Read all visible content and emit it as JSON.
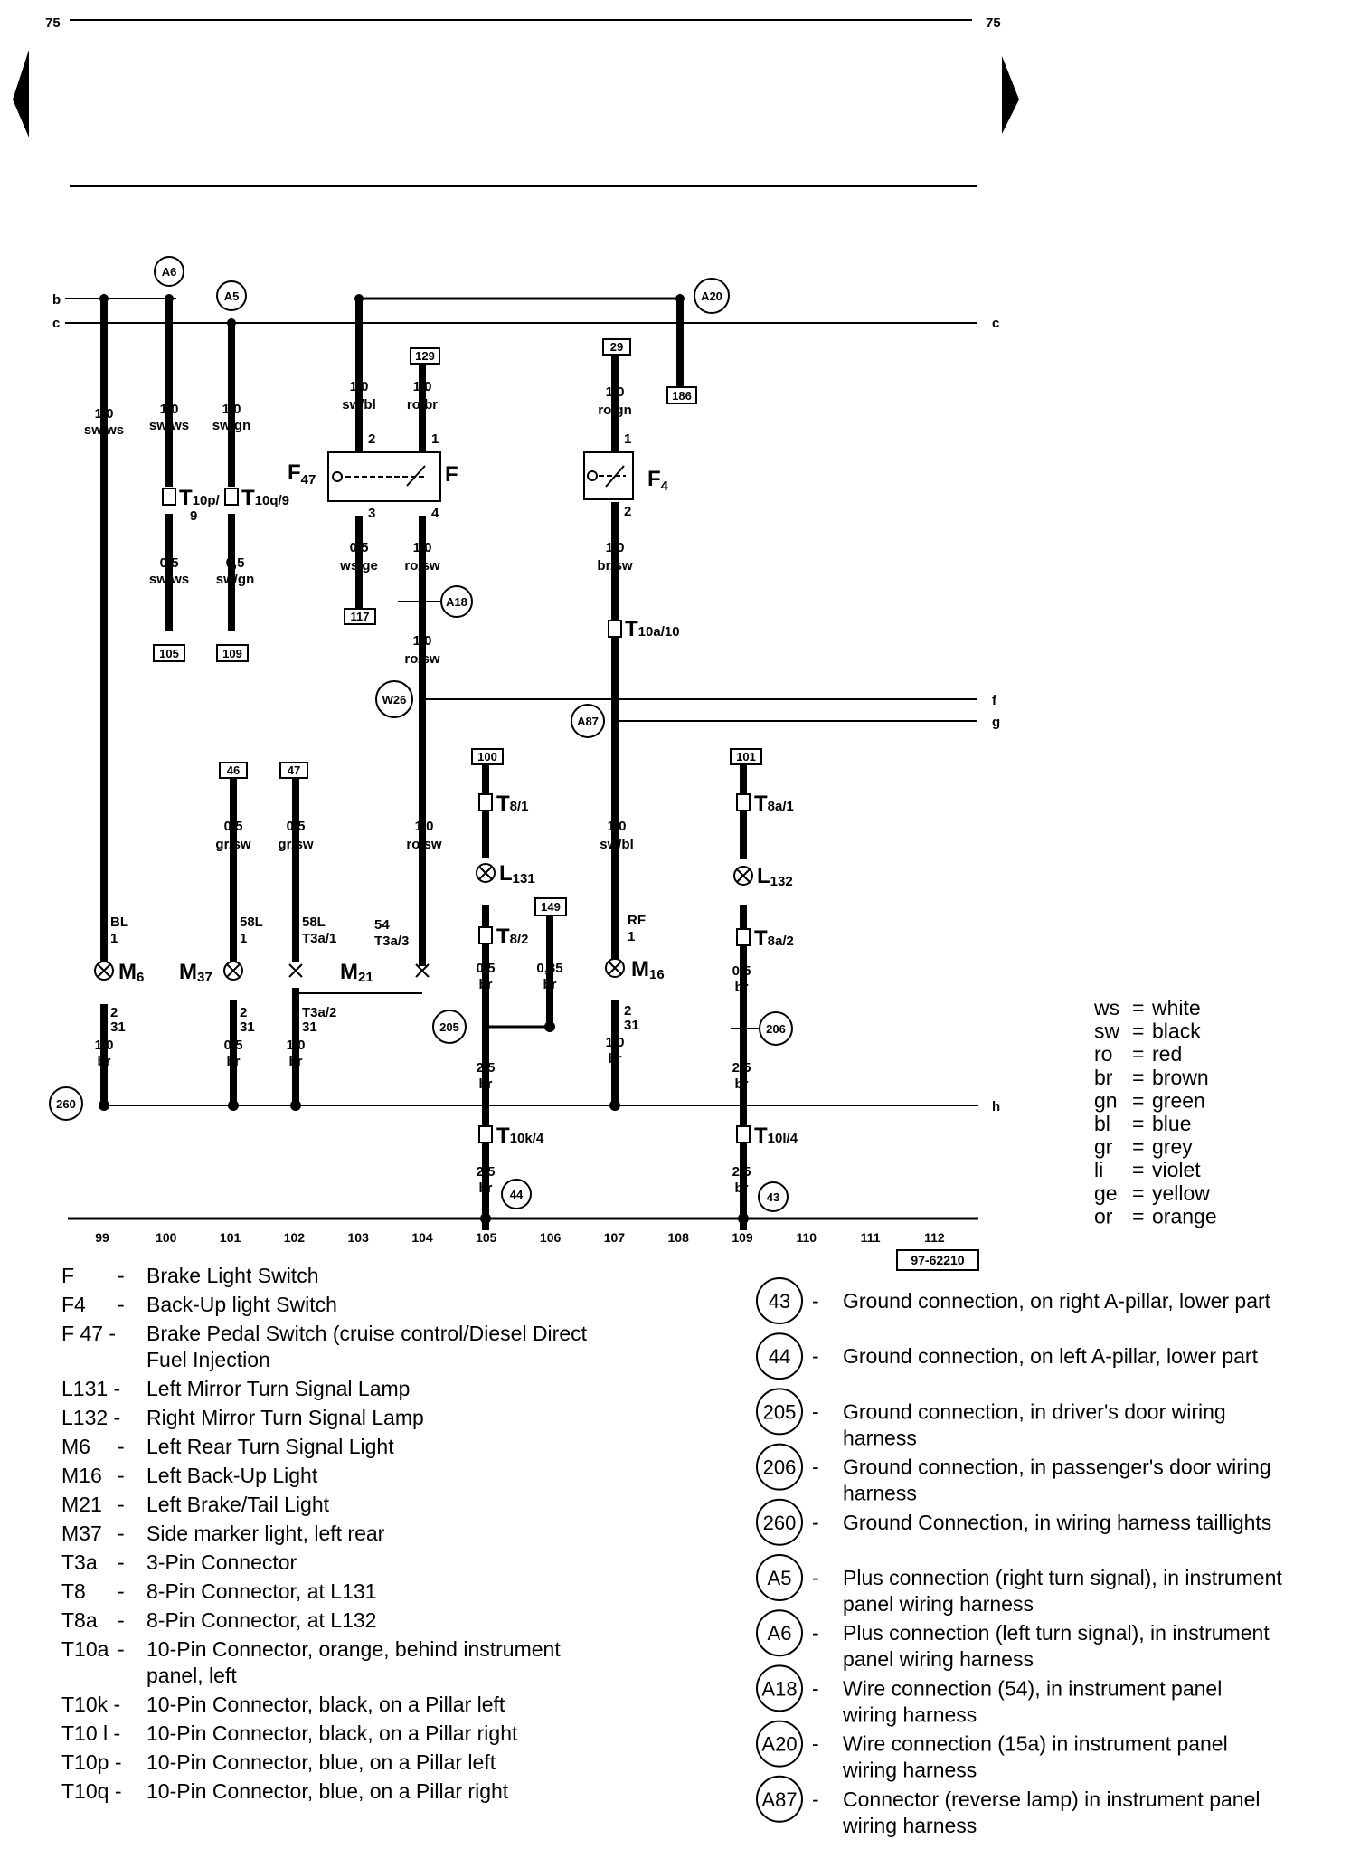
{
  "page": {
    "number_left": "75",
    "number_right": "75",
    "diagram_id": "97-62210"
  },
  "buses": {
    "b": "b",
    "c": "c",
    "f": "f",
    "g": "g",
    "h": "h"
  },
  "sections": [
    "99",
    "100",
    "101",
    "102",
    "103",
    "104",
    "105",
    "106",
    "107",
    "108",
    "109",
    "110",
    "111",
    "112"
  ],
  "connections": {
    "A5": "A5",
    "A6": "A6",
    "A18": "A18",
    "A20": "A20",
    "A87": "A87",
    "W26": "W26",
    "g205": "205",
    "g206": "206",
    "g260": "260",
    "g44": "44",
    "g43": "43"
  },
  "boxes": {
    "b129": "129",
    "b29": "29",
    "b186": "186",
    "b117": "117",
    "b105": "105",
    "b109": "109",
    "b46": "46",
    "b47": "47",
    "b100": "100",
    "b101": "101",
    "b149": "149"
  },
  "wires": {
    "w99": [
      "1,0",
      "sw/ws"
    ],
    "w100": [
      "1,0",
      "sw/ws"
    ],
    "w101": [
      "1,0",
      "sw/gn"
    ],
    "w103": [
      "1,0",
      "sw/bl"
    ],
    "w104": [
      "1,0",
      "ro/br"
    ],
    "w107": [
      "1,0",
      "ro/gn"
    ],
    "w100b": [
      "0,5",
      "sw/ws"
    ],
    "w101b": [
      "0,5",
      "sw/gn"
    ],
    "w103b": [
      "0,5",
      "ws/ge"
    ],
    "w104b": [
      "1,0",
      "ro/sw"
    ],
    "w107b": [
      "1,0",
      "br/sw"
    ],
    "w104c": [
      "1,0",
      "ro/sw"
    ],
    "w101c": [
      "0,5",
      "gr/sw"
    ],
    "w102c": [
      "0,5",
      "gr/sw"
    ],
    "w104d": [
      "1,0",
      "ro/sw"
    ],
    "w107d": [
      "1,0",
      "sw/bl"
    ],
    "w105e": [
      "0,5",
      "br"
    ],
    "w106e": [
      "0,35",
      "br"
    ],
    "w109e": [
      "0,5",
      "br"
    ],
    "w99f": [
      "1,0",
      "br"
    ],
    "w101f": [
      "0,5",
      "br"
    ],
    "w102f": [
      "1,0",
      "br"
    ],
    "w107f": [
      "1,0",
      "br"
    ],
    "w105f": [
      "2,5",
      "br"
    ],
    "w109f": [
      "2,5",
      "br"
    ],
    "w105g": [
      "2,5",
      "br"
    ],
    "w109g": [
      "2,5",
      "br"
    ]
  },
  "pins": {
    "f47_2": "2",
    "f47_3": "3",
    "f_1": "1",
    "f_4": "4",
    "f4_1": "1",
    "f4_2": "2",
    "m6_top": [
      "BL",
      "1"
    ],
    "m6_bot": [
      "2",
      "31"
    ],
    "m37_top": [
      "58L",
      "1"
    ],
    "m37_bot": [
      "2",
      "31"
    ],
    "m21_a": [
      "58L",
      "T3a/1"
    ],
    "m21_b": [
      "54",
      "T3a/3"
    ],
    "m21_c": [
      "T3a/2",
      "31"
    ],
    "m16_top": [
      "RF",
      "1"
    ],
    "m16_bot": [
      "2",
      "31"
    ]
  },
  "components": {
    "F47": [
      "F",
      "47"
    ],
    "F": "F",
    "F4": [
      "F",
      "4"
    ],
    "M6": [
      "M",
      "6"
    ],
    "M37": [
      "M",
      "37"
    ],
    "M21": [
      "M",
      "21"
    ],
    "M16": [
      "M",
      "16"
    ],
    "L131": [
      "L",
      "131"
    ],
    "L132": [
      "L",
      "132"
    ],
    "T10p": [
      "T",
      "10p/",
      "9"
    ],
    "T10q": [
      "T",
      "10q/9"
    ],
    "T10a": [
      "T",
      "10a/10"
    ],
    "T8_1": [
      "T",
      "8/1"
    ],
    "T8_2": [
      "T",
      "8/2"
    ],
    "T8a_1": [
      "T",
      "8a/1"
    ],
    "T8a_2": [
      "T",
      "8a/2"
    ],
    "T10k": [
      "T",
      "10k/4"
    ],
    "T10l": [
      "T",
      "10l/4"
    ]
  },
  "color_codes": [
    {
      "code": "ws",
      "name": "white"
    },
    {
      "code": "sw",
      "name": "black"
    },
    {
      "code": "ro",
      "name": "red"
    },
    {
      "code": "br",
      "name": "brown"
    },
    {
      "code": "gn",
      "name": "green"
    },
    {
      "code": "bl",
      "name": "blue"
    },
    {
      "code": "gr",
      "name": "grey"
    },
    {
      "code": "li",
      "name": "violet"
    },
    {
      "code": "ge",
      "name": "yellow"
    },
    {
      "code": "or",
      "name": "orange"
    }
  ],
  "legend": [
    {
      "code": "F",
      "dash": "-",
      "lines": [
        "Brake Light Switch"
      ]
    },
    {
      "code": "F4",
      "dash": "-",
      "lines": [
        "Back-Up light Switch"
      ]
    },
    {
      "code": "F 47 -",
      "dash": "",
      "lines": [
        "Brake Pedal Switch (cruise control/Diesel Direct",
        "Fuel Injection"
      ]
    },
    {
      "code": "L131 -",
      "dash": "",
      "lines": [
        "Left Mirror Turn Signal Lamp"
      ]
    },
    {
      "code": "L132 -",
      "dash": "",
      "lines": [
        "Right Mirror Turn Signal Lamp"
      ]
    },
    {
      "code": "M6",
      "dash": "-",
      "lines": [
        "Left Rear Turn Signal Light"
      ]
    },
    {
      "code": "M16",
      "dash": "-",
      "lines": [
        "Left Back-Up Light"
      ]
    },
    {
      "code": "M21",
      "dash": "-",
      "lines": [
        "Left Brake/Tail Light"
      ]
    },
    {
      "code": "M37",
      "dash": "-",
      "lines": [
        "Side marker light, left rear"
      ]
    },
    {
      "code": "T3a",
      "dash": "-",
      "lines": [
        "3-Pin Connector"
      ]
    },
    {
      "code": "T8",
      "dash": "-",
      "lines": [
        "8-Pin Connector, at L131"
      ]
    },
    {
      "code": "T8a",
      "dash": "-",
      "lines": [
        "8-Pin Connector, at L132"
      ]
    },
    {
      "code": "T10a",
      "dash": "-",
      "lines": [
        "10-Pin Connector, orange, behind instrument",
        "panel, left"
      ]
    },
    {
      "code": "T10k -",
      "dash": "",
      "lines": [
        "10-Pin Connector, black, on a Pillar left"
      ]
    },
    {
      "code": "T10 l -",
      "dash": "",
      "lines": [
        "10-Pin Connector, black, on a Pillar right"
      ]
    },
    {
      "code": "T10p -",
      "dash": "",
      "lines": [
        "10-Pin Connector, blue, on a Pillar left"
      ]
    },
    {
      "code": "T10q -",
      "dash": "",
      "lines": [
        "10-Pin Connector, blue, on a Pillar right"
      ]
    }
  ],
  "ground_legend": [
    {
      "code": "43",
      "lines": [
        "Ground connection, on right A-pillar, lower part"
      ]
    },
    {
      "code": "44",
      "lines": [
        "Ground connection, on left A-pillar, lower part"
      ]
    },
    {
      "code": "205",
      "lines": [
        "Ground connection, in driver's door wiring",
        "harness"
      ]
    },
    {
      "code": "206",
      "lines": [
        "Ground connection, in passenger's door wiring",
        "harness"
      ]
    },
    {
      "code": "260",
      "lines": [
        "Ground Connection, in wiring harness taillights"
      ]
    },
    {
      "code": "A5",
      "lines": [
        "Plus connection (right turn signal), in instrument",
        "panel wiring harness"
      ]
    },
    {
      "code": "A6",
      "lines": [
        "Plus connection (left turn signal), in instrument",
        "panel wiring harness"
      ]
    },
    {
      "code": "A18",
      "lines": [
        "Wire connection (54), in instrument panel",
        "wiring harness"
      ]
    },
    {
      "code": "A20",
      "lines": [
        "Wire connection (15a) in instrument panel",
        "wiring harness"
      ]
    },
    {
      "code": "A87",
      "lines": [
        "Connector (reverse lamp) in instrument panel",
        "wiring harness"
      ]
    }
  ]
}
